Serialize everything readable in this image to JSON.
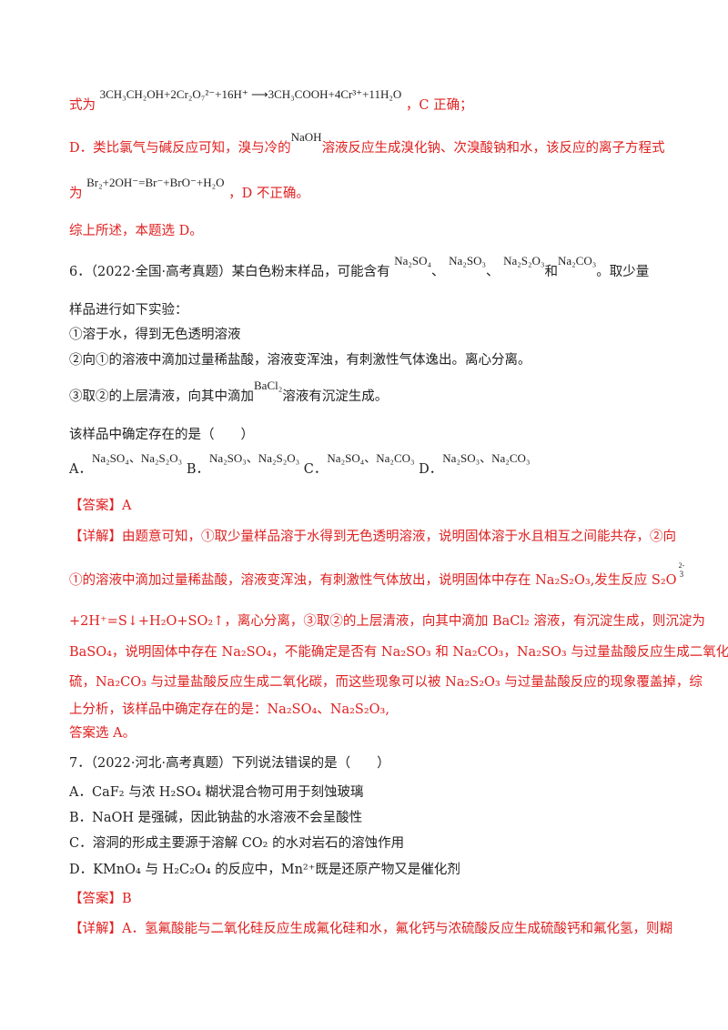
{
  "colors": {
    "answer": "#e02020",
    "text": "#222222"
  },
  "block1": {
    "lead": "式为",
    "eq_c": "3CH₃CH₂OH+2Cr₂O₇²⁻+16H⁺ ⟶3CH₃COOH+4Cr³⁺+11H₂O",
    "tail": "，C 正确；"
  },
  "block2": {
    "d_line_a": "D．类比氯气与碱反应可知，溴与冷的",
    "naoh": "NaOH",
    "d_line_b": "溶液反应生成溴化钠、次溴酸钠和水，该反应的离子方程式",
    "lead": "为",
    "eq_d": "Br₂+2OH⁻=Br⁻+BrO⁻+H₂O",
    "tail": "，D 不正确。",
    "summary": "综上所述，本题选 D。"
  },
  "q6": {
    "num": "6．（2022·全国·高考真题）某白色粉末样品，可能含有",
    "c1": "Na₂SO₄",
    "sep1": "、",
    "c2": "Na₂SO₃",
    "sep2": "、",
    "c3": "Na₂S₂O₃",
    "and": "和",
    "c4": "Na₂CO₃",
    "tail": "。取少量",
    "line2": "样品进行如下实验：",
    "step1": "①溶于水，得到无色透明溶液",
    "step2": "②向①的溶液中滴加过量稀盐酸，溶液变浑浊，有刺激性气体逸出。离心分离。",
    "step3_a": "③取②的上层清液，向其中滴加",
    "bacl2": "BaCl₂",
    "step3_b": "溶液有沉淀生成。",
    "ask": "该样品中确定存在的是（　　）",
    "optA_l": "A．",
    "optA": "Na₂SO₄、Na₂S₂O₃",
    "optB_l": "B．",
    "optB": "Na₂SO₃、Na₂S₂O₃",
    "optC_l": "C．",
    "optC": "Na₂SO₄、Na₂CO₃",
    "optD_l": "D．",
    "optD": "Na₂SO₃、Na₂CO₃",
    "answer": "【答案】A",
    "detail1": "【详解】由题意可知，①取少量样品溶于水得到无色透明溶液，说明固体溶于水且相互之间能共存，②向",
    "detail2": "①的溶液中滴加过量稀盐酸，溶液变浑浊，有刺激性气体放出，说明固体中存在 Na₂S₂O₃,发生反应 S₂O",
    "detail2_sup": "2-",
    "detail2_sub": "3",
    "detail3": "+2H⁺=S↓+H₂O+SO₂↑，离心分离，③取②的上层清液，向其中滴加 BaCl₂ 溶液，有沉淀生成，则沉淀为",
    "detail4": "BaSO₄，说明固体中存在 Na₂SO₄，不能确定是否有 Na₂SO₃ 和 Na₂CO₃，Na₂SO₃ 与过量盐酸反应生成二氧化",
    "detail5": "硫，Na₂CO₃ 与过量盐酸反应生成二氧化碳，而这些现象可以被 Na₂S₂O₃ 与过量盐酸反应的现象覆盖掉，综",
    "detail6": "上分析，该样品中确定存在的是：Na₂SO₄、Na₂S₂O₃,",
    "detail7": "答案选 A。"
  },
  "q7": {
    "stem": "7．（2022·河北·高考真题）下列说法错误的是（　　）",
    "optA": "A．CaF₂ 与浓 H₂SO₄ 糊状混合物可用于刻蚀玻璃",
    "optB": "B．NaOH 是强碱，因此钠盐的水溶液不会呈酸性",
    "optC": "C．溶洞的形成主要源于溶解 CO₂ 的水对岩石的溶蚀作用",
    "optD": "D．KMnO₄ 与 H₂C₂O₄ 的反应中，Mn²⁺既是还原产物又是催化剂",
    "answer": "【答案】B",
    "detail1": "【详解】A．氢氟酸能与二氧化硅反应生成氟化硅和水，氟化钙与浓硫酸反应生成硫酸钙和氟化氢，则糊"
  }
}
